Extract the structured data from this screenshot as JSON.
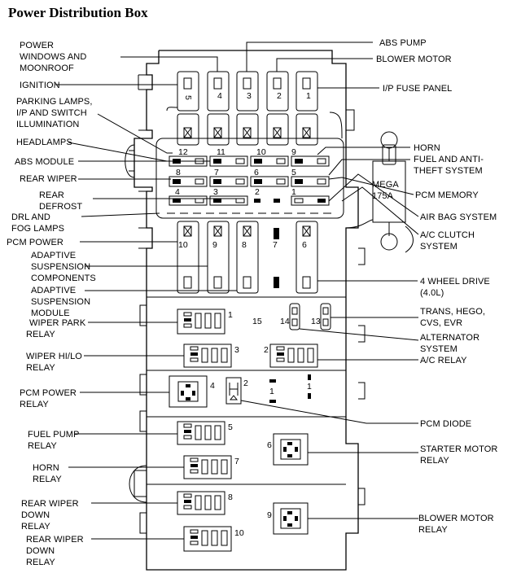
{
  "title": "Power Distribution Box",
  "labels": {
    "power_windows": [
      "POWER",
      "WINDOWS AND",
      "MOONROOF"
    ],
    "ignition": "IGNITION",
    "parking_lamps": [
      "PARKING LAMPS,",
      "I/P AND SWITCH",
      "ILLUMINATION"
    ],
    "headlamps": "HEADLAMPS",
    "abs_module": "ABS MODULE",
    "rear_wiper": "REAR WIPER",
    "rear_defrost": [
      "REAR",
      "DEFROST"
    ],
    "drl_fog": [
      "DRL  AND",
      "FOG LAMPS"
    ],
    "pcm_power": "PCM POWER",
    "adaptive_components": [
      "ADAPTIVE",
      "SUSPENSION",
      "COMPONENTS"
    ],
    "adaptive_module": [
      "ADAPTIVE",
      "SUSPENSION",
      "MODULE"
    ],
    "wiper_park": [
      "WIPER PARK",
      "RELAY"
    ],
    "wiper_hilo": [
      "WIPER HI/LO",
      "RELAY"
    ],
    "pcm_power_relay": [
      "PCM POWER",
      "RELAY"
    ],
    "fuel_pump": [
      "FUEL PUMP",
      "RELAY"
    ],
    "horn_relay": [
      "HORN",
      "RELAY"
    ],
    "rear_wiper_down_1": [
      "REAR WIPER",
      "DOWN",
      "RELAY"
    ],
    "rear_wiper_down_2": [
      "REAR WIPER",
      "DOWN",
      "RELAY"
    ],
    "abs_pump": "ABS PUMP",
    "blower_motor": "BLOWER MOTOR",
    "ip_fuse_panel": "I/P FUSE PANEL",
    "horn": "HORN",
    "fuel_anti_theft": [
      "FUEL AND ANTI-",
      "THEFT SYSTEM"
    ],
    "pcm_memory": "PCM MEMORY",
    "air_bag": "AIR BAG SYSTEM",
    "ac_clutch": [
      "A/C CLUTCH",
      "SYSTEM"
    ],
    "four_wheel_drive": [
      "4 WHEEL DRIVE",
      "(4.0L)"
    ],
    "trans_hego": [
      "TRANS,  HEGO,",
      "CVS, EVR"
    ],
    "alternator": [
      "ALTERNATOR",
      "SYSTEM"
    ],
    "ac_relay": "A/C RELAY",
    "pcm_diode": "PCM DIODE",
    "starter_motor": [
      "STARTER MOTOR",
      "RELAY"
    ],
    "blower_motor_relay": [
      "BLOWER MOTOR",
      "RELAY"
    ],
    "mega": [
      "MEGA",
      "175A"
    ]
  },
  "numbers": {
    "f5": "5",
    "f4": "4",
    "f3": "3",
    "f2": "2",
    "f1": "1",
    "m12": "12",
    "m11": "11",
    "m10": "10",
    "m9": "9",
    "m8": "8",
    "m7": "7",
    "m6": "6",
    "m5": "5",
    "m4": "4",
    "m3": "3",
    "m2": "2",
    "m1": "1",
    "b10": "10",
    "b9": "9",
    "b8": "8",
    "b7": "7",
    "b6": "6",
    "r1": "1",
    "r15": "15",
    "r14": "14",
    "r13": "13",
    "r3": "3",
    "r2": "2",
    "r4": "4",
    "d2": "2",
    "d1a": "1",
    "d1b": "1",
    "r5": "5",
    "r6": "6",
    "r7": "7",
    "r8": "8",
    "r9": "9",
    "r10": "10"
  }
}
